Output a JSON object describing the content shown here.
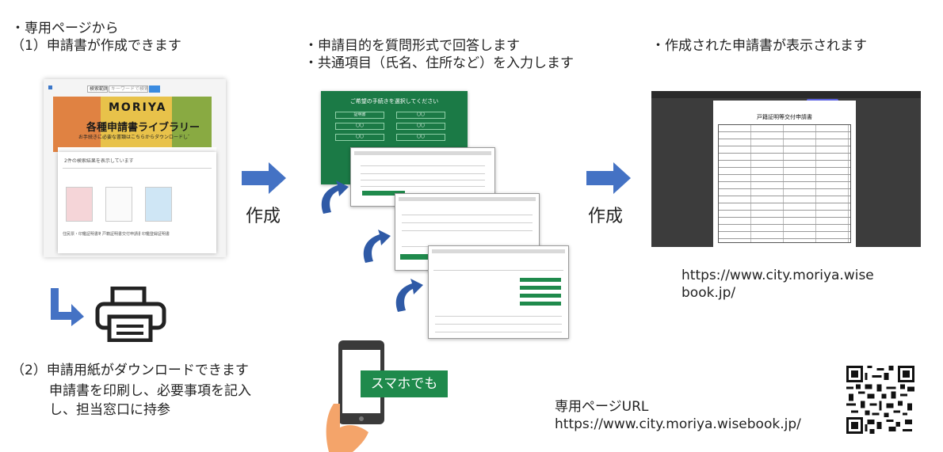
{
  "left": {
    "intro_line1": "・専用ページから",
    "intro_line2": "（1）申請書が作成できます",
    "site": {
      "search_select": "検索範囲",
      "search_placeholder": "キーワードで検索",
      "banner_logo": "MORIYA",
      "banner_title": "各種申請書ライブラリー",
      "banner_subtitle": "お手続きに必要な書類はこちらからダウンロードしてください",
      "panel_text": "2件の検索結果を表示しています",
      "form_labels": [
        "住民票・印鑑証明書等",
        "戸籍証明書交付申請書",
        "印鑑登録証明書"
      ]
    },
    "step2_line1": "（2）申請用紙がダウンロードできます",
    "step2_line2": "申請書を印刷し、必要事項を記入",
    "step2_line3": "し、担当窓口に持参"
  },
  "middle": {
    "line1": "・申請目的を質問形式で回答します",
    "line2": "・共通項目（氏名、住所など）を入力します",
    "screen_title": "ご希望の手続きを選択してください",
    "screen_buttons": [
      "証明書",
      "〇〇",
      "〇〇",
      "〇〇",
      "〇〇",
      "〇〇"
    ],
    "badge": "スマホでも"
  },
  "right": {
    "line1": "・作成された申請書が表示されます",
    "url_wrapped_1": "https://www.city.moriya.wise",
    "url_wrapped_2": "book.jp/",
    "doc_title": "戸籍証明等交付申請書"
  },
  "arrows": {
    "label1": "作成",
    "label2": "作成"
  },
  "footer": {
    "url_label": "専用ページURL",
    "url": "https://www.city.moriya.wisebook.jp/"
  },
  "colors": {
    "arrow": "#4472c4",
    "green": "#1f8a4c",
    "dark_green": "#1b7a46"
  }
}
